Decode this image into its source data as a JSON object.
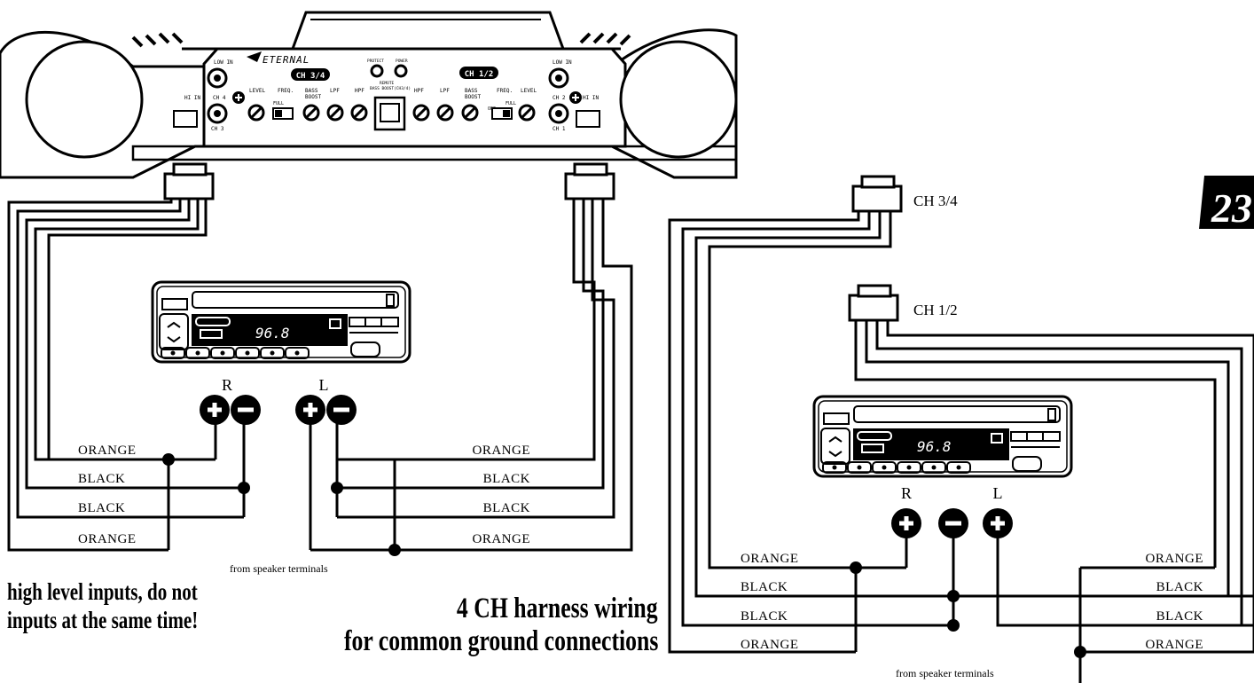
{
  "amplifier": {
    "brand": "ETERNAL",
    "ch34_badge": "CH 3/4",
    "ch12_badge": "CH 1/2",
    "low_in_left": "LOW IN",
    "low_in_right": "LOW IN",
    "hi_in_left": "HI IN",
    "hi_in_right": "HI IN",
    "ch4": "CH 4",
    "ch3": "CH 3",
    "ch2": "CH 2",
    "ch1": "CH 1",
    "level": "LEVEL",
    "freq": "FREQ.",
    "bass": "BASS",
    "boost": "BOOST",
    "lpf": "LPF",
    "hpf": "HPF",
    "protect": "PROTECT",
    "power": "POWER",
    "remote": "REMOTE",
    "remote_sub": "BASS BOOST(CH3/4)",
    "full": "FULL",
    "off": "OFF"
  },
  "headunit": {
    "display_left": "96.8",
    "display_right": "96.8"
  },
  "left_diagram": {
    "r_label": "R",
    "l_label": "L",
    "wires_left": [
      "ORANGE",
      "BLACK",
      "BLACK",
      "ORANGE"
    ],
    "wires_right": [
      "ORANGE",
      "BLACK",
      "BLACK",
      "ORANGE"
    ],
    "note": "from speaker terminals"
  },
  "right_diagram": {
    "ch34": "CH 3/4",
    "ch12": "CH 1/2",
    "r_label": "R",
    "l_label": "L",
    "wires_left": [
      "ORANGE",
      "BLACK",
      "BLACK",
      "ORANGE"
    ],
    "wires_right": [
      "ORANGE",
      "BLACK",
      "BLACK",
      "ORANGE"
    ],
    "note": "from speaker terminals"
  },
  "warning_line1": "high level inputs, do not",
  "warning_line2": "inputs at the same time!",
  "caption_line1": "4 CH harness wiring",
  "caption_line2": "for common ground connections",
  "page_number": "23"
}
